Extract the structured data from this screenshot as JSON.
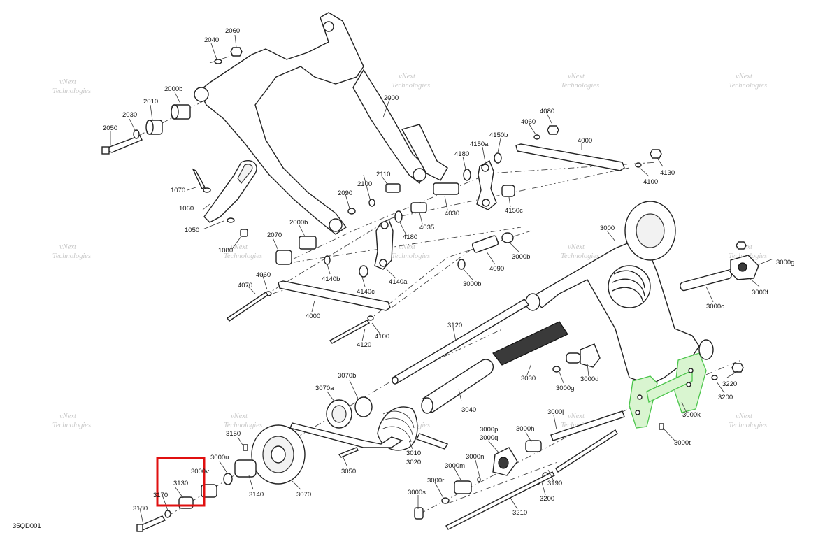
{
  "diagram_code": "35QD001",
  "watermark": [
    "vNext",
    "Technologies"
  ],
  "part_numbers": {
    "p2060": "2060",
    "p2040": "2040",
    "p2000b_top": "2000b",
    "p2010": "2010",
    "p2030": "2030",
    "p2050": "2050",
    "p2000": "2000",
    "p1070": "1070",
    "p1060": "1060",
    "p1050": "1050",
    "p1080": "1080",
    "p2110": "2110",
    "p2100": "2100",
    "p2090": "2090",
    "p2070": "2070",
    "p2000b_mid": "2000b",
    "p4060_left": "4060",
    "p4070": "4070",
    "p4000_left": "4000",
    "p4140b": "4140b",
    "p4140c": "4140c",
    "p4140a": "4140a",
    "p4180_mid": "4180",
    "p4035": "4035",
    "p4030": "4030",
    "p4180_top": "4180",
    "p4150a": "4150a",
    "p4150b": "4150b",
    "p4150c": "4150c",
    "p4060_right": "4060",
    "p4080": "4080",
    "p4000_right": "4000",
    "p4130": "4130",
    "p4100": "4100",
    "p3000": "3000",
    "p3000b_right": "3000b",
    "p4090": "4090",
    "p3000b_left": "3000b",
    "p3000g": "3000g",
    "p3000f": "3000f",
    "p3000c": "3000c",
    "p3120": "3120",
    "p4120": "4120",
    "p4100_bottom": "4100",
    "p3030": "3030",
    "p3000g_mid": "3000g",
    "p3000d": "3000d",
    "p3220": "3220",
    "p3200_right": "3200",
    "p3000k": "3000k",
    "p3000t": "3000t",
    "p3070b": "3070b",
    "p3070a": "3070a",
    "p3040": "3040",
    "p3010": "3010",
    "p3020": "3020",
    "p3050": "3050",
    "p3150": "3150",
    "p3000u": "3000u",
    "p3000v": "3000v",
    "p3130": "3130",
    "p3170": "3170",
    "p3140": "3140",
    "p3070": "3070",
    "p3180": "3180",
    "p3000p": "3000p",
    "p3000q": "3000q",
    "p3000h": "3000h",
    "p3000j": "3000j",
    "p3000n": "3000n",
    "p3000m": "3000m",
    "p3000r": "3000r",
    "p3000s": "3000s",
    "p3200_bottom": "3200",
    "p3190": "3190",
    "p3210": "3210"
  },
  "highlight": {
    "color": "#e01010",
    "encloses": [
      "3000v",
      "3130",
      "3170"
    ]
  },
  "accent_color": "#4cc54c"
}
